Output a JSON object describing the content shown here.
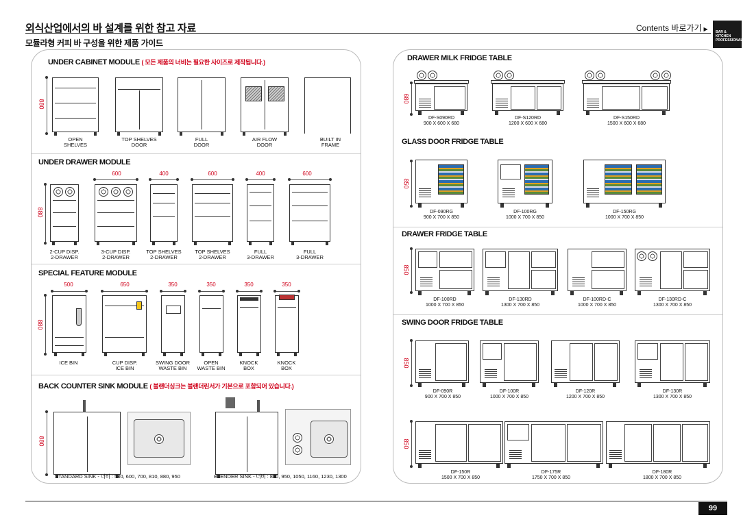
{
  "header": {
    "title": "외식산업에서의 바 설계를 위한 참고 자료",
    "subtitle": "모듈라형 커피 바 구성을 위한 제품 가이드",
    "contents_link": "Contents 바로가기",
    "logo_text": "BAR & KITCHEN PROFESSIONAL"
  },
  "left": {
    "under_cabinet": {
      "title": "UNDER CABINET MODULE",
      "note": "( 모든 제품의 너비는 필요한 사이즈로 제작됩니다.)",
      "height": "880",
      "items": [
        "OPEN\nSHELVES",
        "TOP SHELVES\nDOOR",
        "FULL\nDOOR",
        "AIR FLOW\nDOOR",
        "BUILT IN\nFRAME"
      ]
    },
    "under_drawer": {
      "title": "UNDER DRAWER MODULE",
      "height": "880",
      "widths": [
        "600",
        "400",
        "600",
        "400",
        "600"
      ],
      "items": [
        "2-CUP DISP.\n2-DRAWER",
        "3-CUP DISP.\n2-DRAWER",
        "TOP SHELVES\n2-DRAWER",
        "TOP SHELVES\n2-DRAWER",
        "FULL\n3-DRAWER",
        "FULL\n3-DRAWER"
      ]
    },
    "special": {
      "title": "SPECIAL FEATURE MODULE",
      "height": "880",
      "widths": [
        "500",
        "650",
        "350",
        "350",
        "350",
        "350"
      ],
      "items": [
        "ICE BIN",
        "CUP DISP.\nICE BIN",
        "SWING DOOR\nWASTE BIN",
        "OPEN\nWASTE BIN",
        "KNOCK\nBOX",
        "KNOCK\nBOX"
      ]
    },
    "back_counter": {
      "title": "BACK COUNTER SINK MODULE",
      "note": "( 블랜더싱크는 블랜더린서가 기본으로 포함되어 있습니다.)",
      "height": "880",
      "standard": "STANDARD SINK - 너비 : 530, 600, 700, 810, 880, 950",
      "blender": "BLENDER SINK - 너비 : 880, 950, 1050, 1160, 1230, 1300"
    }
  },
  "right": {
    "drawer_milk": {
      "title": "DRAWER MILK FRIDGE TABLE",
      "height": "680",
      "models": [
        {
          "name": "DF-S090RD",
          "size": "900 X 600 X 680"
        },
        {
          "name": "DF-S120RD",
          "size": "1200 X 600 X 680"
        },
        {
          "name": "DF-S150RD",
          "size": "1500 X 600 X 680"
        }
      ]
    },
    "glass_door": {
      "title": "GLASS DOOR FRIDGE TABLE",
      "height": "850",
      "models": [
        {
          "name": "DF-090RG",
          "size": "900 X 700 X 850"
        },
        {
          "name": "DF-100RG",
          "size": "1000 X 700 X 850"
        },
        {
          "name": "DF-150RG",
          "size": "1000 X 700 X 850"
        }
      ]
    },
    "drawer_fridge": {
      "title": "DRAWER FRIDGE TABLE",
      "height": "850",
      "models": [
        {
          "name": "DF-100RD",
          "size": "1000 X 700 X 850"
        },
        {
          "name": "DF-130RD",
          "size": "1300 X 700 X 850"
        },
        {
          "name": "DF-100RD-C",
          "size": "1000 X 700 X 850"
        },
        {
          "name": "DF-130RD-C",
          "size": "1300 X 700 X 850"
        }
      ]
    },
    "swing_door": {
      "title": "SWING DOOR FRIDGE TABLE",
      "height": "850",
      "models": [
        {
          "name": "DF-090R",
          "size": "900 X 700 X 850"
        },
        {
          "name": "DF-100R",
          "size": "1000 X 700 X 850"
        },
        {
          "name": "DF-120R",
          "size": "1200 X 700 X 850"
        },
        {
          "name": "DF-130R",
          "size": "1300 X 700 X 850"
        }
      ],
      "height2": "850",
      "models2": [
        {
          "name": "DF-150R",
          "size": "1500 X 700 X 850"
        },
        {
          "name": "DF-175R",
          "size": "1750 X 700 X 850"
        },
        {
          "name": "DF-180R",
          "size": "1800 X 700 X 850"
        }
      ]
    }
  },
  "footer": {
    "page_number": "99"
  }
}
